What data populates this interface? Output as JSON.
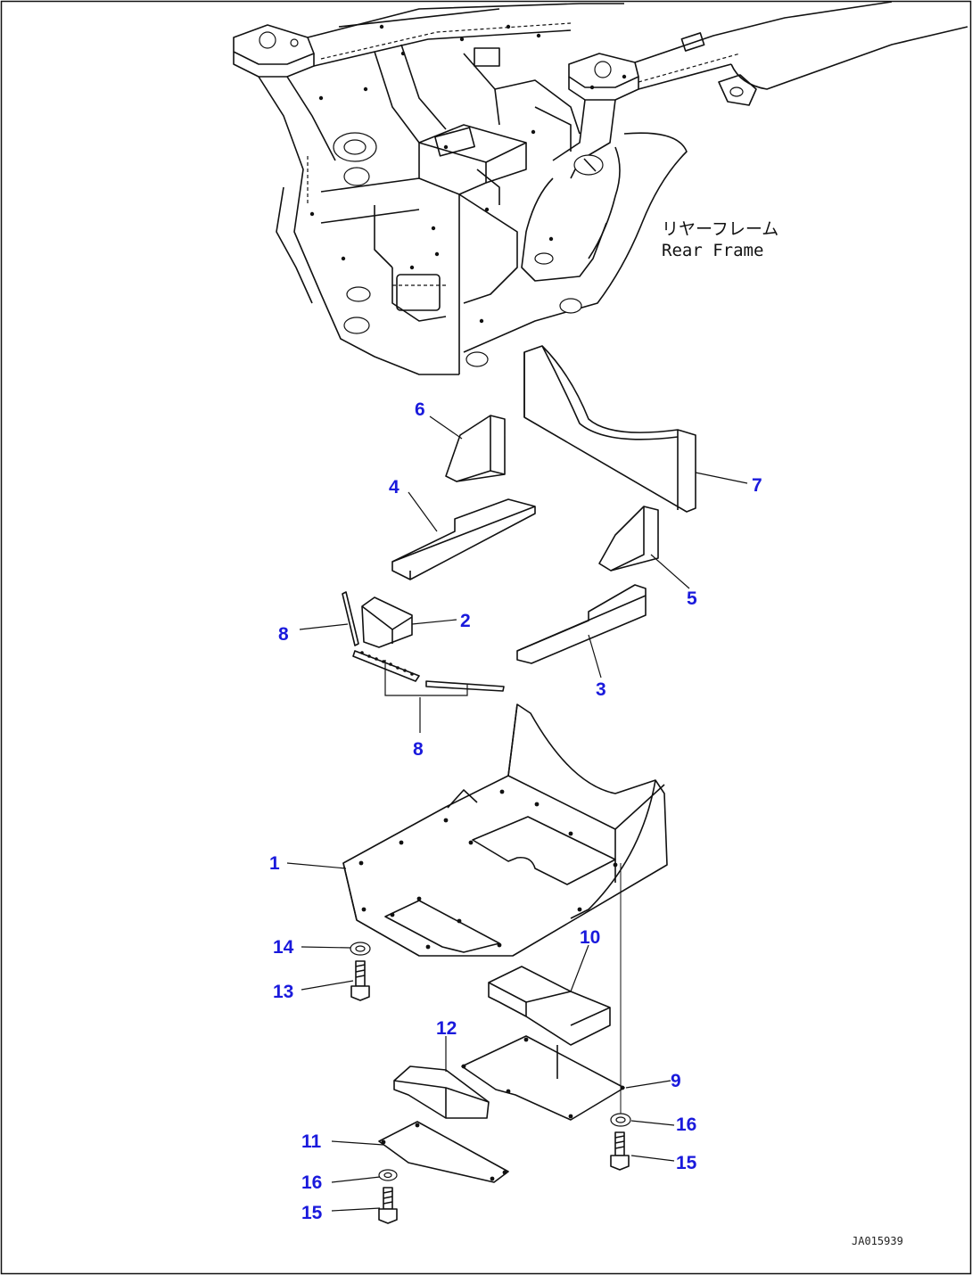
{
  "frame_label": {
    "japanese": "リヤーフレーム",
    "english": "Rear Frame"
  },
  "drawing_code": "JA015939",
  "callouts": [
    {
      "id": "c1",
      "number": "1"
    },
    {
      "id": "c2",
      "number": "2"
    },
    {
      "id": "c3",
      "number": "3"
    },
    {
      "id": "c4",
      "number": "4"
    },
    {
      "id": "c5",
      "number": "5"
    },
    {
      "id": "c6",
      "number": "6"
    },
    {
      "id": "c7",
      "number": "7"
    },
    {
      "id": "c8a",
      "number": "8"
    },
    {
      "id": "c8b",
      "number": "8"
    },
    {
      "id": "c9",
      "number": "9"
    },
    {
      "id": "c10",
      "number": "10"
    },
    {
      "id": "c11",
      "number": "11"
    },
    {
      "id": "c12",
      "number": "12"
    },
    {
      "id": "c13",
      "number": "13"
    },
    {
      "id": "c14",
      "number": "14"
    },
    {
      "id": "c15a",
      "number": "15"
    },
    {
      "id": "c15b",
      "number": "15"
    },
    {
      "id": "c16a",
      "number": "16"
    },
    {
      "id": "c16b",
      "number": "16"
    }
  ],
  "colors": {
    "callout": "#1a1adc",
    "line": "#111111",
    "background": "#ffffff"
  }
}
